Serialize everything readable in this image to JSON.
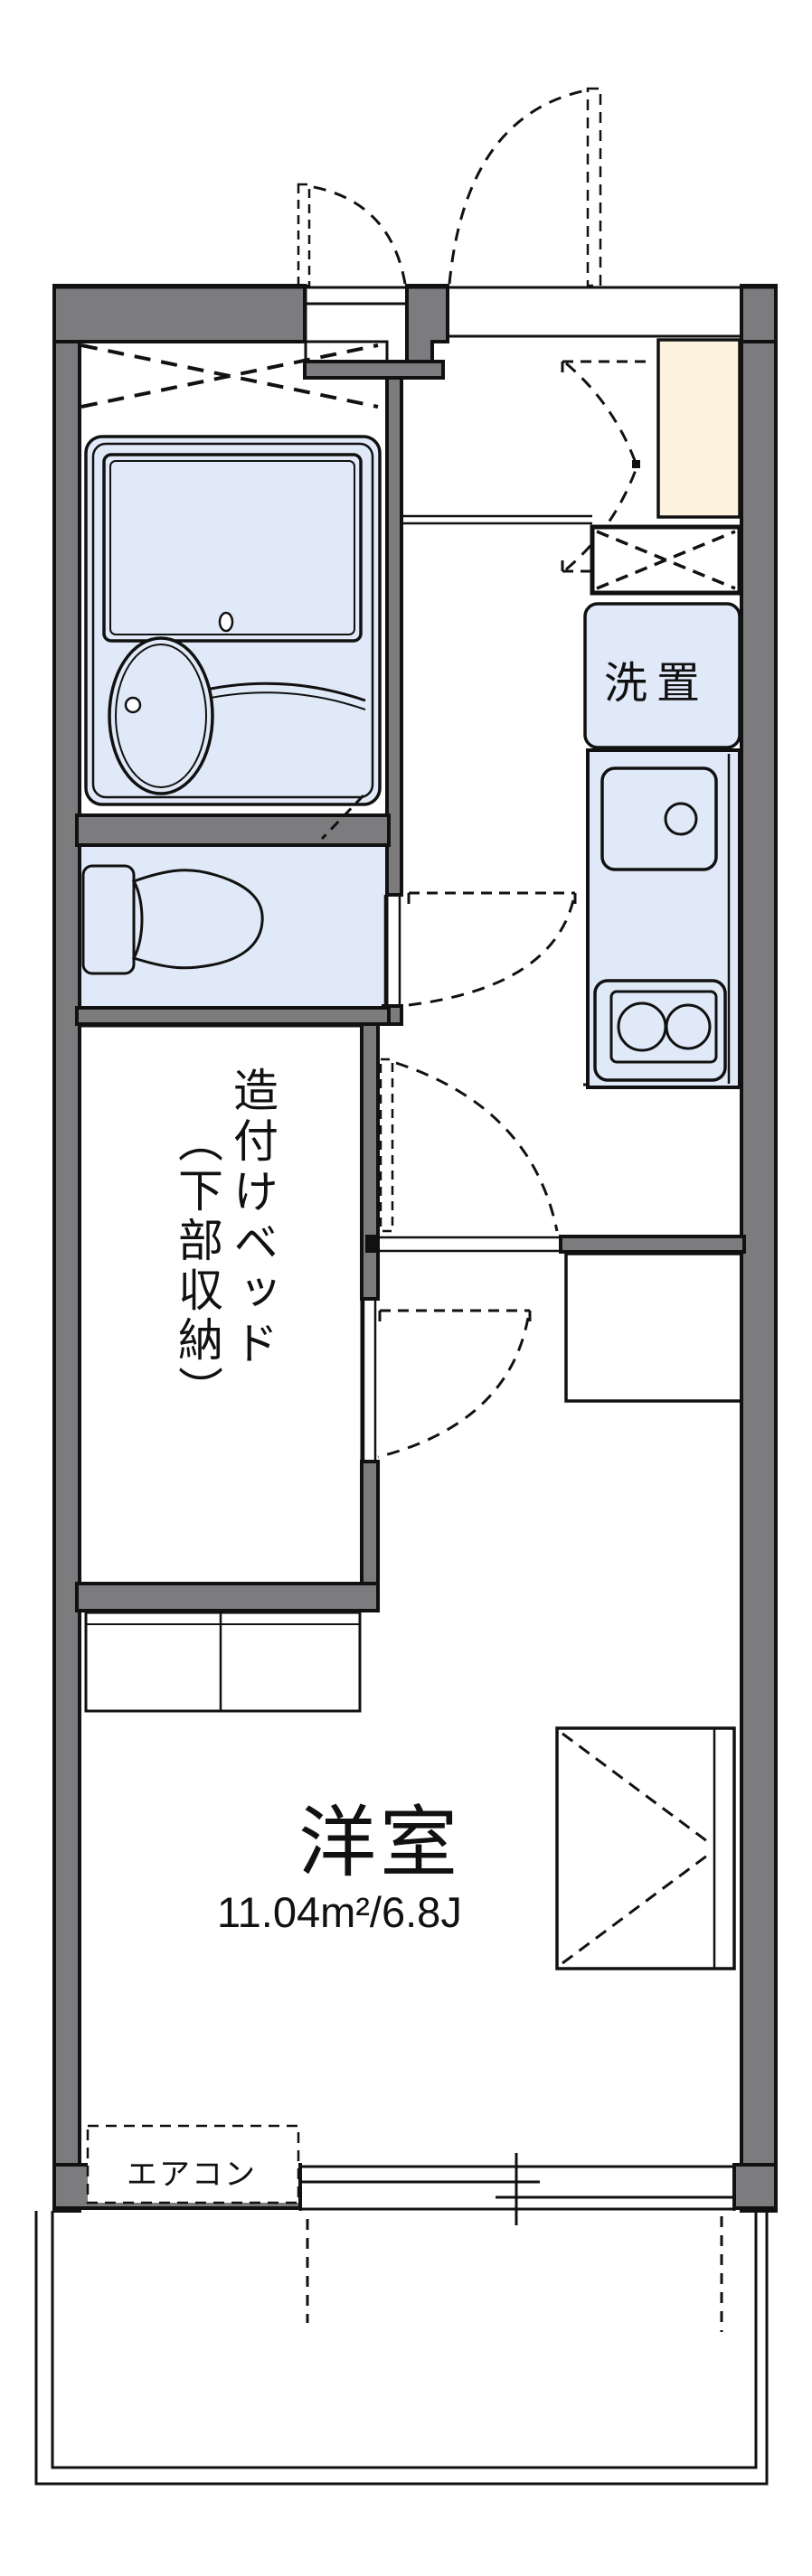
{
  "plan": {
    "western_room": {
      "name": "洋室",
      "area": "11.04m²/6.8J"
    },
    "washer_space": {
      "label": "洗置"
    },
    "built_in_bed": {
      "line1": "造付けベッド",
      "line2": "（下部収納）"
    },
    "air_conditioner": {
      "label": "エアコン"
    },
    "colors": {
      "wall_gray": "#7c7c7f",
      "fixture_blue": "#e0e9f8",
      "cabinet_cream": "#fdf2dd",
      "line_black": "#111111"
    }
  }
}
